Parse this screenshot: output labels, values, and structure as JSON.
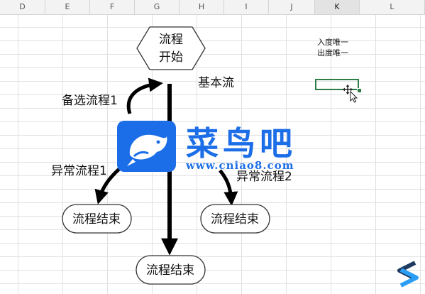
{
  "columns": [
    "D",
    "E",
    "F",
    "G",
    "H",
    "I",
    "J",
    "K",
    "L"
  ],
  "active_column": "K",
  "cells": {
    "k_line1": "入度唯一",
    "k_line2": "出度唯一"
  },
  "flowchart": {
    "start_line1": "流程",
    "start_line2": "开始",
    "basic_flow": "基本流",
    "alt_flow": "备选流程1",
    "exception_flow_1": "异常流程1",
    "exception_flow_2": "异常流程2",
    "end_left": "流程结束",
    "end_right": "流程结束",
    "end_bottom": "流程结束"
  },
  "watermark": {
    "brand": "菜鸟吧",
    "url": "www.cniao8.com"
  },
  "colors": {
    "brand_blue": "#1c6ee8",
    "selection_green": "#2e7d46",
    "gridline": "#e1e1e1"
  },
  "icons": [
    "move-cursor-icon",
    "bird-logo-icon",
    "corner-s-logo-icon"
  ]
}
